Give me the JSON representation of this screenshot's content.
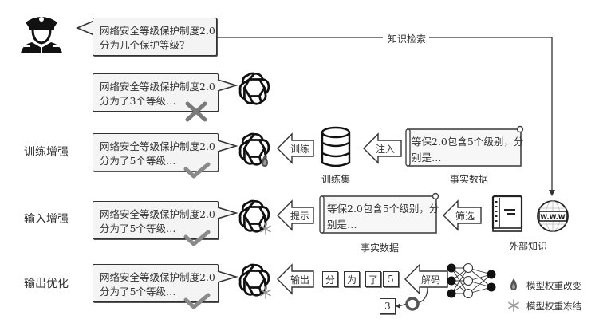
{
  "query": {
    "lines": [
      "网络安全等级保护制度2.0",
      "分为几个保护等级？"
    ]
  },
  "retrieval_label": "知识检索",
  "baseline": {
    "answer_lines": [
      "网络安全等级保护制度2.0",
      "分为了3个等级…"
    ],
    "result": "wrong"
  },
  "rows": [
    {
      "label": "训练增强",
      "answer_lines": [
        "网络安全等级保护制度2.0",
        "分为了5个等级…"
      ],
      "result": "correct",
      "model_state": "weights-changed",
      "arrow1_label": "训练",
      "dataset_caption": "训练集",
      "arrow2_label": "注入",
      "fact_lines": [
        "等保2.0包含5个级别，分",
        "别是…"
      ],
      "fact_caption": "事实数据"
    },
    {
      "label": "输入增强",
      "answer_lines": [
        "网络安全等级保护制度2.0",
        "分为了5个等级…"
      ],
      "result": "correct",
      "model_state": "weights-frozen",
      "arrow1_label": "提示",
      "fact_lines": [
        "等保2.0包含5个级别，分",
        "别是…"
      ],
      "fact_caption": "事实数据",
      "arrow2_label": "筛选",
      "source_caption": "外部知识"
    },
    {
      "label": "输出优化",
      "answer_lines": [
        "网络安全等级保护制度2.0",
        "分为了5个等级…"
      ],
      "result": "correct",
      "model_state": "weights-frozen",
      "arrow1_label": "输出",
      "tokens": [
        "分",
        "为",
        "了",
        "5"
      ],
      "rejected_token": "3",
      "arrow2_label": "解码"
    }
  ],
  "legend": [
    {
      "icon": "flame-icon",
      "label": "模型权重改变"
    },
    {
      "icon": "snowflake-icon",
      "label": "模型权重冻结"
    }
  ],
  "colors": {
    "stroke": "#333333",
    "bubble_fill": "#f4f4f4",
    "mark_gray": "#8a8a8a"
  }
}
